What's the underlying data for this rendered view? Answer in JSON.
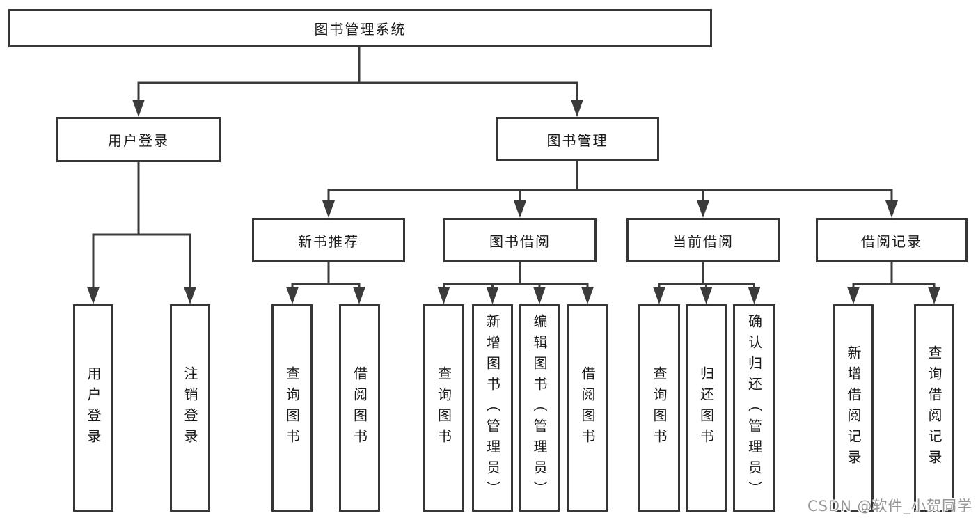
{
  "diagram": {
    "root": {
      "label": "图书管理系统"
    },
    "login": {
      "label": "用户登录",
      "children": [
        {
          "label": "用户登录"
        },
        {
          "label": "注销登录"
        }
      ]
    },
    "management": {
      "label": "图书管理",
      "children": [
        {
          "label": "新书推荐",
          "children": [
            {
              "label": "查询图书"
            },
            {
              "label": "借阅图书"
            }
          ]
        },
        {
          "label": "图书借阅",
          "children": [
            {
              "label": "查询图书"
            },
            {
              "label": "新增图书（管理员）"
            },
            {
              "label": "编辑图书（管理员）"
            },
            {
              "label": "借阅图书"
            }
          ]
        },
        {
          "label": "当前借阅",
          "children": [
            {
              "label": "查询图书"
            },
            {
              "label": "归还图书"
            },
            {
              "label": "确认归还（管理员）"
            }
          ]
        },
        {
          "label": "借阅记录",
          "children": [
            {
              "label": "新增借阅记录"
            },
            {
              "label": "查询借阅记录"
            }
          ]
        }
      ]
    },
    "watermark": "CSDN @软件_小贺同学",
    "colors": {
      "line": "#3b3b3b",
      "border": "#363636",
      "text": "#1a1a1a",
      "background": "#ffffff",
      "watermark": "#969696"
    }
  }
}
